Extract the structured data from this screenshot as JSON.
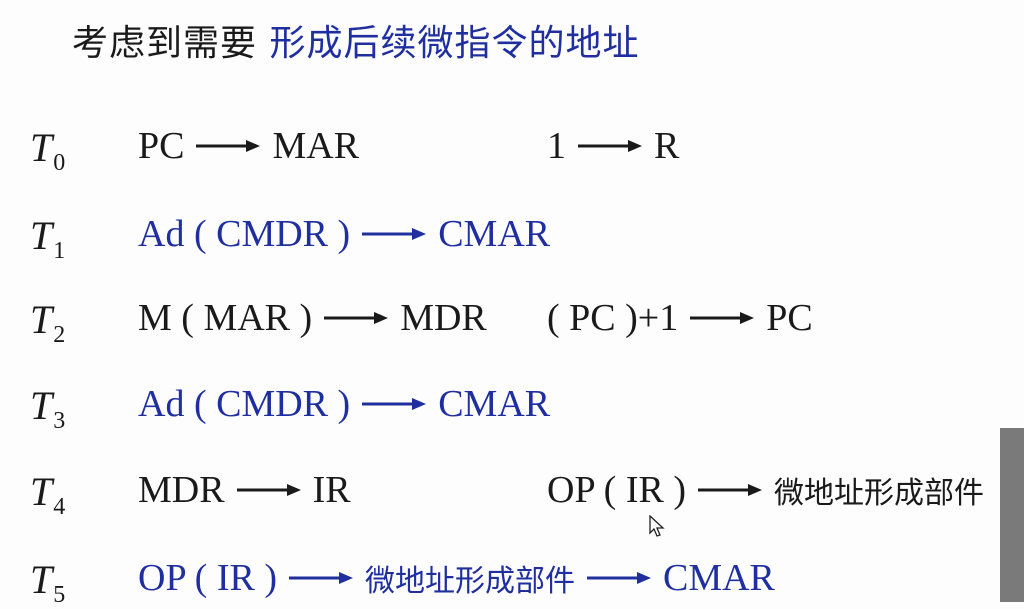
{
  "title": {
    "prefix": "考虑到需要",
    "highlight": "形成后续微指令的地址"
  },
  "rows": [
    {
      "t": "T",
      "sub": "0",
      "left": "PC",
      "left_to": "MAR",
      "right": "1",
      "right_to": "R"
    },
    {
      "t": "T",
      "sub": "1",
      "left": "Ad ( CMDR )",
      "left_to": "CMAR"
    },
    {
      "t": "T",
      "sub": "2",
      "left": "M ( MAR )",
      "left_to": "MDR",
      "right": "( PC )+1",
      "right_to": "PC"
    },
    {
      "t": "T",
      "sub": "3",
      "left": "Ad ( CMDR )",
      "left_to": "CMAR"
    },
    {
      "t": "T",
      "sub": "4",
      "left": "MDR",
      "left_to": "IR",
      "right": "OP ( IR )",
      "right_to": "微地址形成部件"
    },
    {
      "t": "T",
      "sub": "5",
      "left": "OP ( IR )",
      "mid": "微地址形成部件",
      "left_to": "CMAR"
    }
  ],
  "colors": {
    "blue": "#1f2fa0",
    "black": "#1a1a1a"
  }
}
